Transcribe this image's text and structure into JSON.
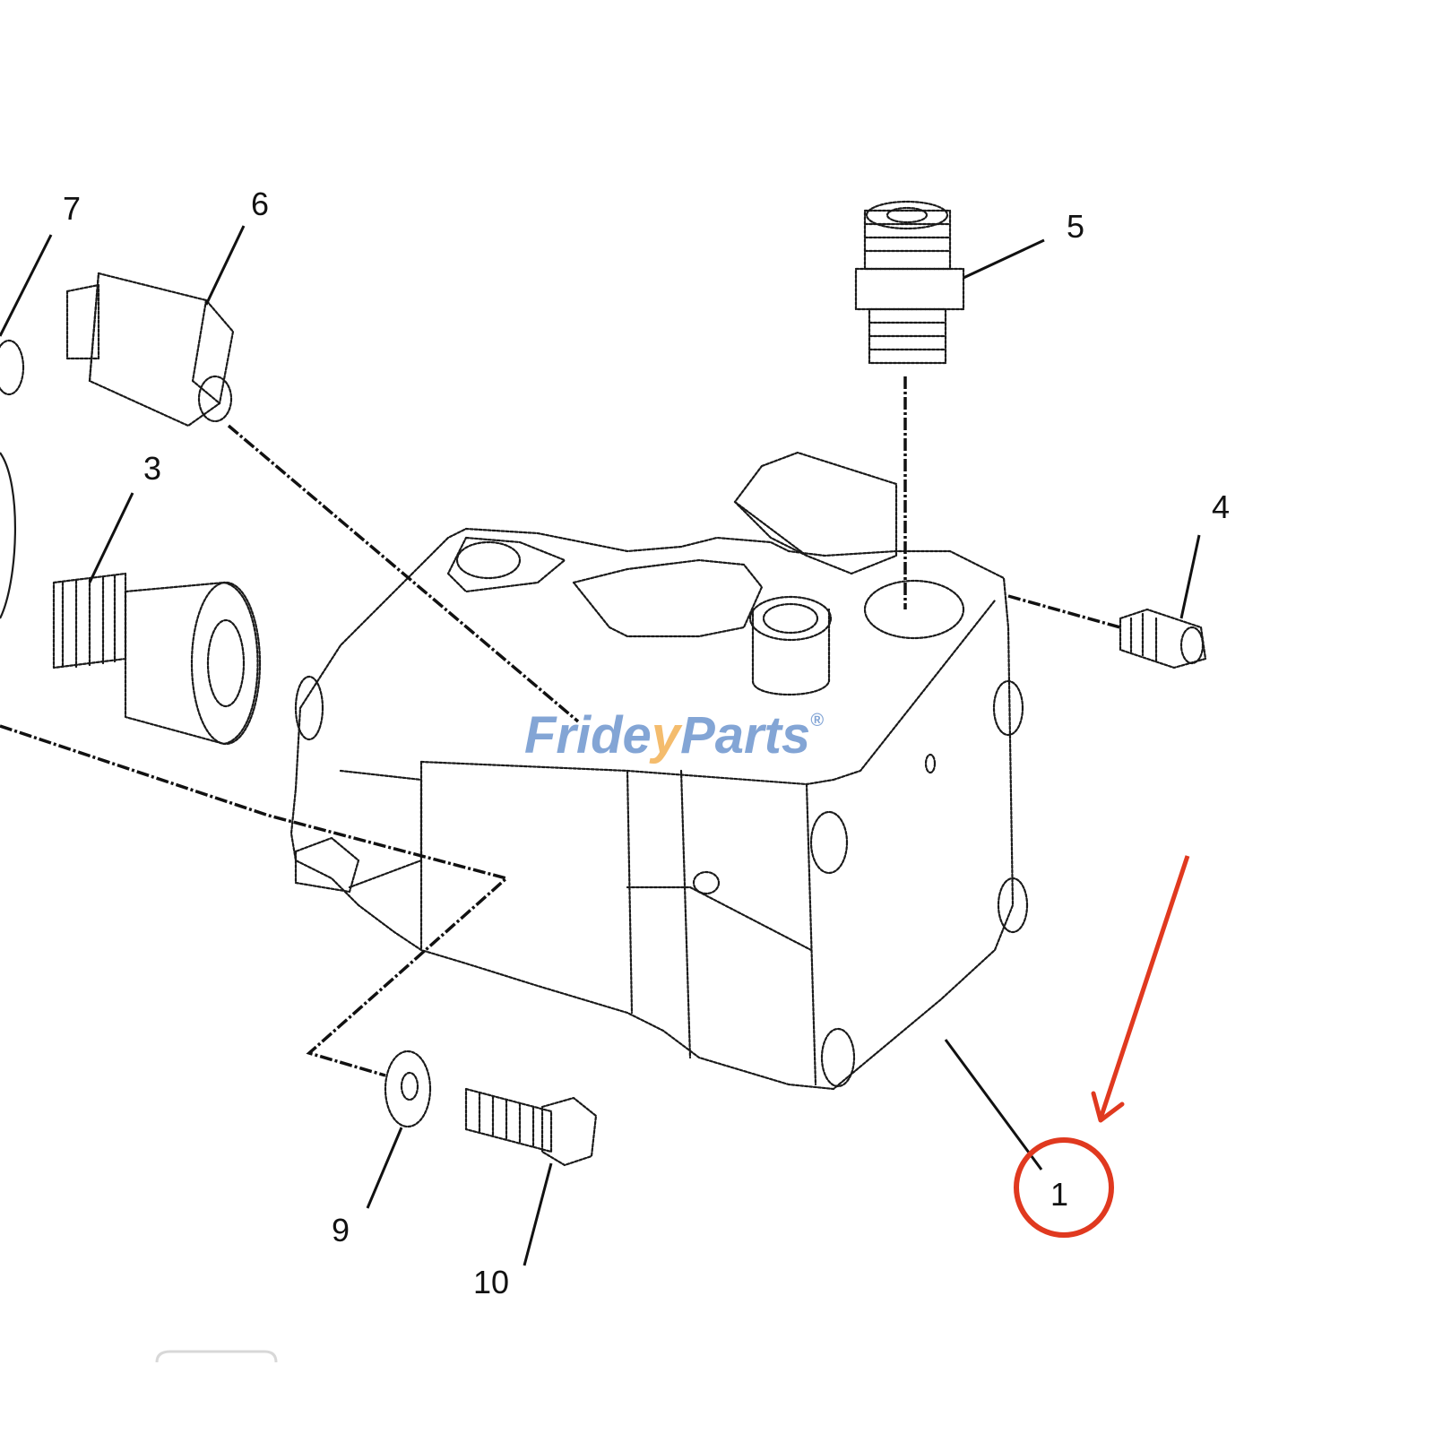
{
  "callouts": {
    "c1": "1",
    "c3": "3",
    "c4": "4",
    "c5": "5",
    "c6": "6",
    "c7": "7",
    "c9": "9",
    "c10": "10"
  },
  "watermark": {
    "text_before": "Fride",
    "text_mid": "y",
    "text_after": "Parts",
    "trademark": "®"
  },
  "colors": {
    "highlight": "#e0391f",
    "watermark_blue": "#4f7fc4",
    "watermark_orange": "#f0a030",
    "line": "#111111"
  }
}
